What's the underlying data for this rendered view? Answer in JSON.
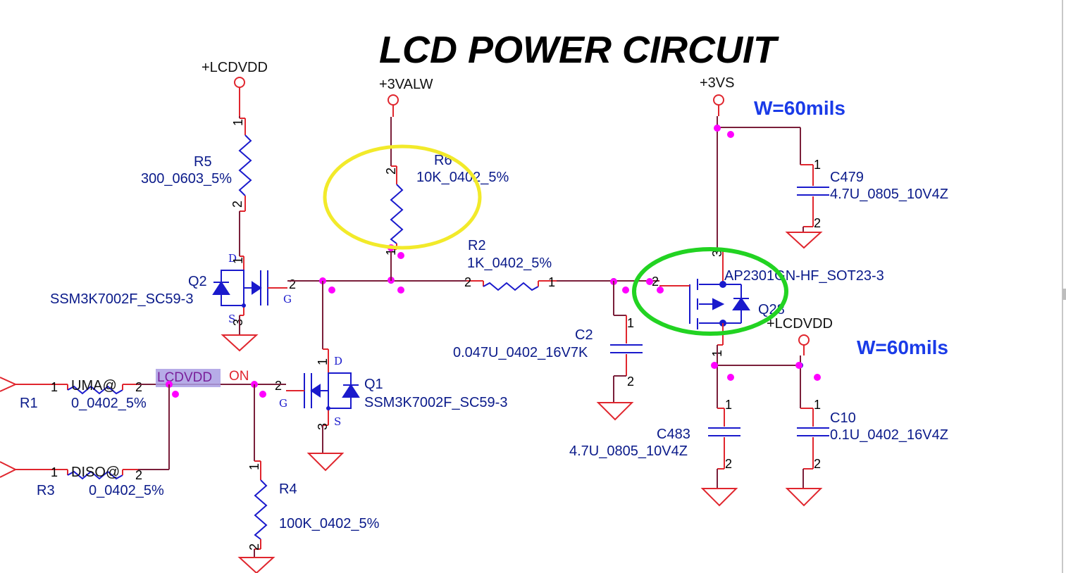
{
  "title": "LCD POWER CIRCUIT",
  "notes": {
    "width_top": "W=60mils",
    "width_bottom": "W=60mils"
  },
  "rails": {
    "lcdvdd_top": "+LCDVDD",
    "v3valw": "+3VALW",
    "v3vs": "+3VS",
    "lcdvdd_right": "+LCDVDD"
  },
  "nets": {
    "lcdvdd_selected": "LCDVDD",
    "on": "ON"
  },
  "components": {
    "R5": {
      "ref": "R5",
      "value": "300_0603_5%"
    },
    "R6": {
      "ref": "R6",
      "value": "10K_0402_5%"
    },
    "R2": {
      "ref": "R2",
      "value": "1K_0402_5%"
    },
    "R1": {
      "ref": "R1",
      "value": "0_0402_5%",
      "option": "UMA@"
    },
    "R3": {
      "ref": "R3",
      "value": "0_0402_5%",
      "option": "DISO@"
    },
    "R4": {
      "ref": "R4",
      "value": "100K_0402_5%"
    },
    "Q2": {
      "ref": "Q2",
      "value": "SSM3K7002F_SC59-3"
    },
    "Q1": {
      "ref": "Q1",
      "value": "SSM3K7002F_SC59-3"
    },
    "Q28": {
      "ref": "Q28",
      "value": "AP2301GN-HF_SOT23-3"
    },
    "C2": {
      "ref": "C2",
      "value": "0.047U_0402_16V7K"
    },
    "C479": {
      "ref": "C479",
      "value": "4.7U_0805_10V4Z"
    },
    "C483": {
      "ref": "C483",
      "value": "4.7U_0805_10V4Z"
    },
    "C10": {
      "ref": "C10",
      "value": "0.1U_0402_16V4Z"
    }
  },
  "pin_letters": {
    "drain": "D",
    "gate": "G",
    "source": "S"
  },
  "pins": {
    "p1": "1",
    "p2": "2",
    "p3": "3"
  },
  "highlights": {
    "r6_circle": "#f2ea2a",
    "q28_circle": "#22d322"
  },
  "colors": {
    "wire": "#7a1f3a",
    "pin": "#e0262e",
    "symbol": "#1a1acc",
    "label": "#0a1a8a",
    "marker": "#ff00ff",
    "title_note": "#1a3be8"
  }
}
